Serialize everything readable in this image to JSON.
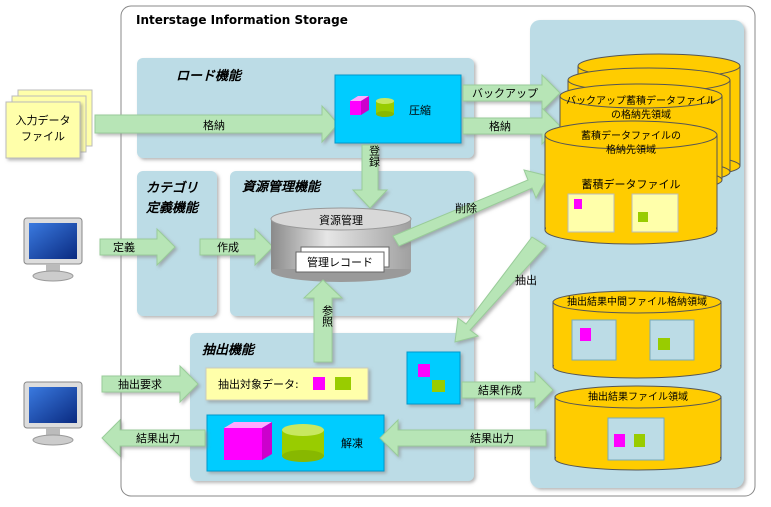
{
  "title": "Interstage Information Storage",
  "sections": {
    "load": "ロード機能",
    "category_line1": "カテゴリ",
    "category_line2": "定義機能",
    "resource": "資源管理機能",
    "extract": "抽出機能"
  },
  "boxes": {
    "input_data_line1": "入力データ",
    "input_data_line2": "ファイル",
    "compress": "圧縮",
    "resource_mgmt": "資源管理",
    "mgmt_record": "管理レコード",
    "extract_target": "抽出対象データ:",
    "decompress": "解凍"
  },
  "storage": {
    "backup_line1": "バックアップ蓄積データファイル",
    "backup_line2": "の格納先領域",
    "store_area_line1": "蓄積データファイルの",
    "store_area_line2": "格納先領域",
    "store_file": "蓄積データファイル",
    "interim_area": "抽出結果中間ファイル格納領域",
    "result_area": "抽出結果ファイル領域"
  },
  "arrows": {
    "store_in": "格納",
    "store_out": "格納",
    "backup": "バックアップ",
    "register": "登録",
    "delete": "削除",
    "define": "定義",
    "create": "作成",
    "extract": "抽出",
    "reference": "参照",
    "extract_request": "抽出要求",
    "result_create": "結果作成",
    "result_output_in": "結果出力",
    "result_output_out": "結果出力"
  },
  "colors": {
    "panel": "#bcdce6",
    "arrow": "#b7e5b6",
    "cyan": "#00ccff",
    "yellow": "#ffcc00",
    "magenta": "#ff00ff",
    "green": "#99cc00",
    "note": "#ffffaa"
  },
  "icons": [
    "monitor-icon",
    "cube-icon",
    "cylinder-icon",
    "document-icon"
  ]
}
